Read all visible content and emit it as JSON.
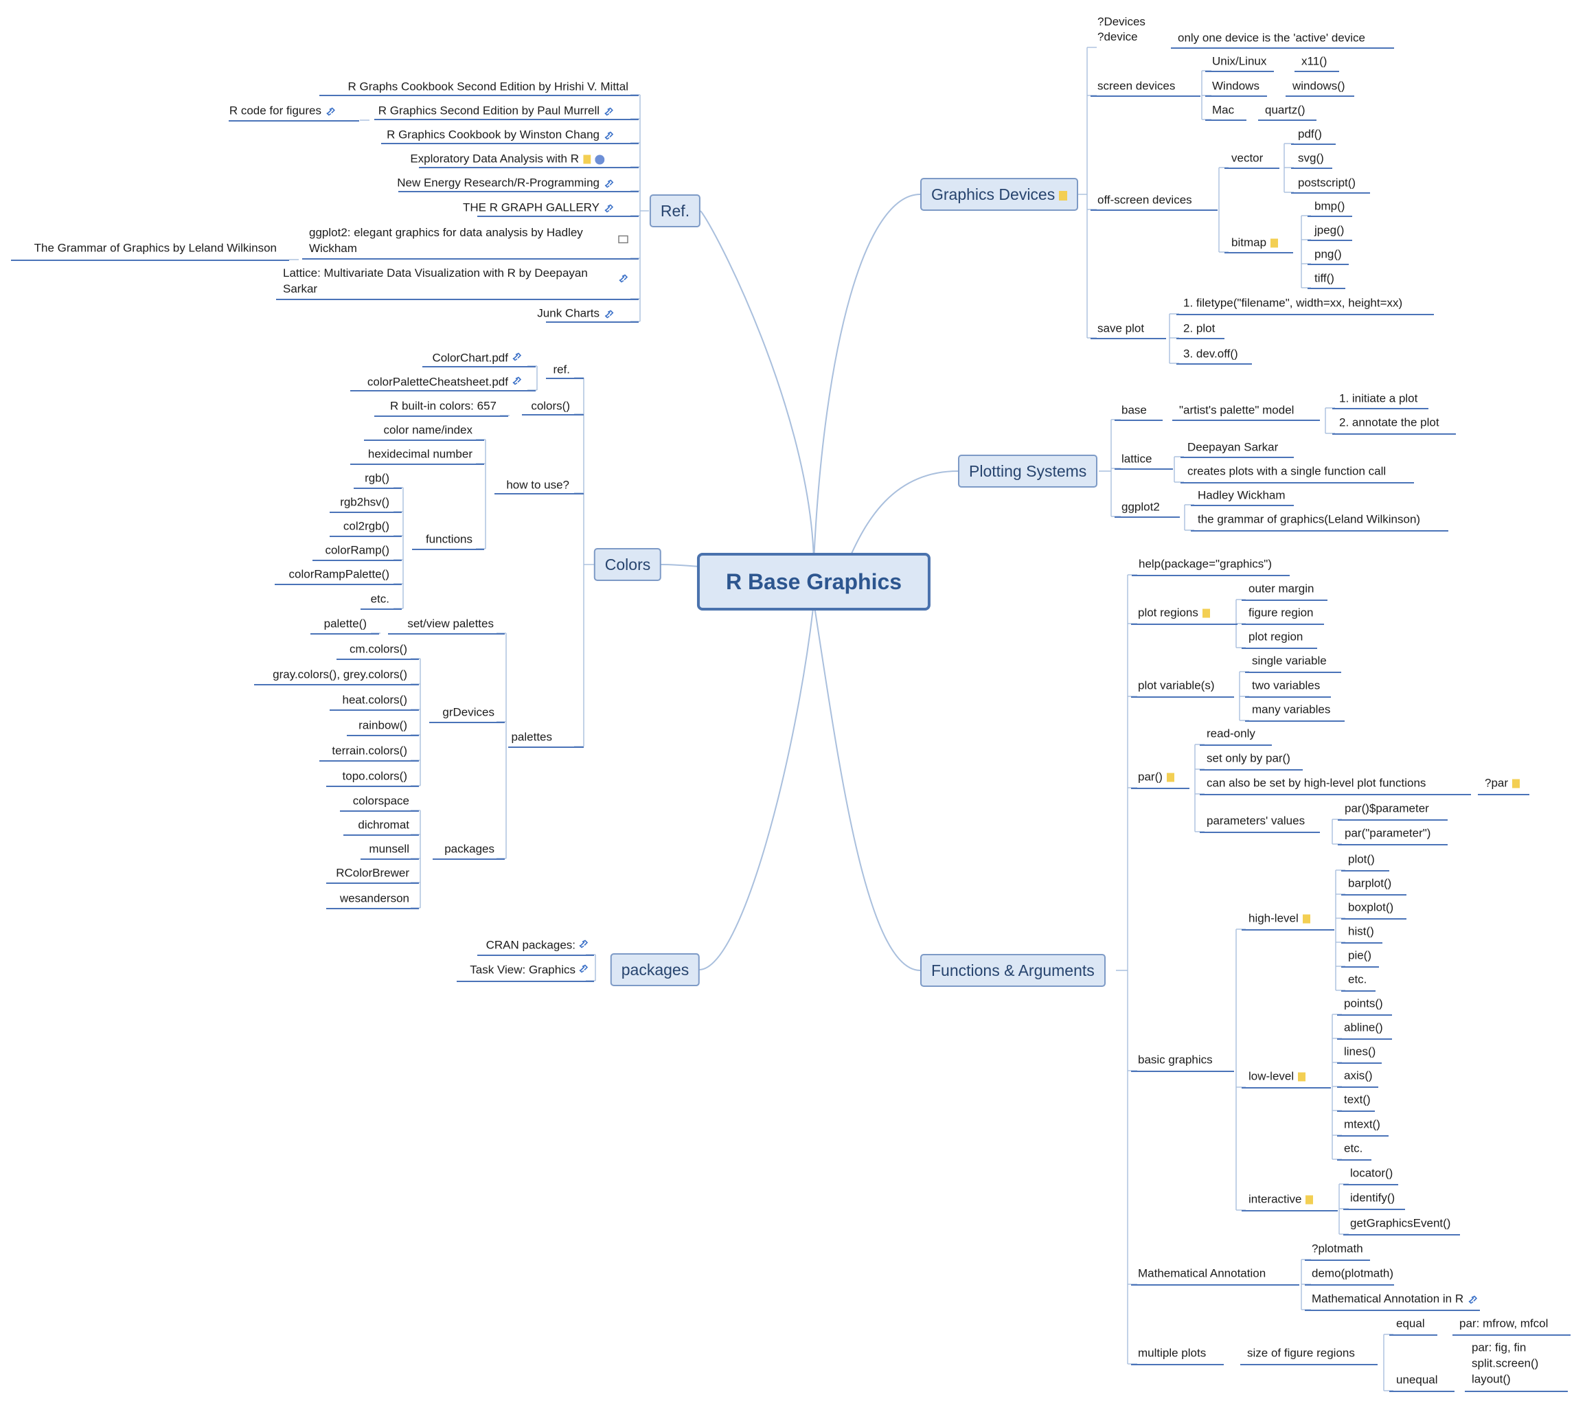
{
  "root": {
    "label": "R Base Graphics"
  },
  "topics": {
    "ref": "Ref.",
    "colors": "Colors",
    "packages": "packages",
    "graphics_devices": "Graphics Devices",
    "plotting_systems": "Plotting Systems",
    "functions_arguments": "Functions & Arguments"
  },
  "ref": {
    "items": [
      "R Graphs Cookbook Second Edition by Hrishi V. Mittal",
      "R Graphics Second Edition by Paul Murrell",
      "R Graphics Cookbook by Winston Chang",
      "Exploratory Data Analysis with R",
      "New Energy Research/R-Programming",
      "THE R GRAPH GALLERY",
      "ggplot2: elegant graphics for data analysis by Hadley Wickham",
      "Lattice: Multivariate Data Visualization with R by Deepayan Sarkar",
      "Junk Charts"
    ],
    "murrell_child": "R code for figures",
    "ggplot_child": "The Grammar of Graphics by Leland Wilkinson"
  },
  "colors": {
    "ref_label": "ref.",
    "ref_items": [
      "ColorChart.pdf",
      "colorPaletteCheatsheet.pdf"
    ],
    "colors_fn": "colors()",
    "builtin": "R built-in colors: 657",
    "how_to_use": "how to use?",
    "how_items": [
      "color name/index",
      "hexidecimal number"
    ],
    "functions_label": "functions",
    "functions": [
      "rgb()",
      "rgb2hsv()",
      "col2rgb()",
      "colorRamp()",
      "colorRampPalette()",
      "etc."
    ],
    "palettes_label": "palettes",
    "set_view": "set/view palettes",
    "palette_fn": "palette()",
    "grdevices_label": "grDevices",
    "grdevices": [
      "cm.colors()",
      "gray.colors(), grey.colors()",
      "heat.colors()",
      "rainbow()",
      "terrain.colors()",
      "topo.colors()"
    ],
    "packages_label": "packages",
    "packages": [
      "colorspace",
      "dichromat",
      "munsell",
      "RColorBrewer",
      "wesanderson"
    ]
  },
  "packages": {
    "items": [
      "CRAN packages:",
      "Task View: Graphics"
    ]
  },
  "devices": {
    "help_line1": "?Devices",
    "help_line2": "?device",
    "active_note": "only one device is the 'active' device",
    "screen_label": "screen devices",
    "screen": [
      {
        "os": "Unix/Linux",
        "fn": "x11()"
      },
      {
        "os": "Windows",
        "fn": "windows()"
      },
      {
        "os": "Mac",
        "fn": "quartz()"
      }
    ],
    "offscreen_label": "off-screen devices",
    "vector_label": "vector",
    "vector": [
      "pdf()",
      "svg()",
      "postscript()"
    ],
    "bitmap_label": "bitmap",
    "bitmap": [
      "bmp()",
      "jpeg()",
      "png()",
      "tiff()"
    ],
    "save_label": "save plot",
    "save_steps": [
      "1. filetype(\"filename\", width=xx, height=xx)",
      "2. plot",
      "3. dev.off()"
    ]
  },
  "plotting": {
    "base_label": "base",
    "base_model": "\"artist's palette\" model",
    "base_steps": [
      "1. initiate a plot",
      "2. annotate the plot"
    ],
    "lattice_label": "lattice",
    "lattice_items": [
      "Deepayan Sarkar",
      "creates plots with a single function call"
    ],
    "ggplot2_label": "ggplot2",
    "ggplot2_items": [
      "Hadley Wickham",
      "the grammar of graphics(Leland Wilkinson)"
    ]
  },
  "functions": {
    "help": "help(package=\"graphics\")",
    "regions_label": "plot regions",
    "regions": [
      "outer margin",
      "figure region",
      "plot region"
    ],
    "variables_label": "plot variable(s)",
    "variables": [
      "single variable",
      "two variables",
      "many variables"
    ],
    "par_label": "par()",
    "par_readonly": "read-only",
    "par_setonly": "set only by par()",
    "par_highlevel": "can also be set by high-level plot functions",
    "par_help": "?par",
    "par_values_label": "parameters' values",
    "par_values": [
      "par()$parameter",
      "par(\"parameter\")"
    ],
    "basic_label": "basic graphics",
    "high_label": "high-level",
    "high": [
      "plot()",
      "barplot()",
      "boxplot()",
      "hist()",
      "pie()",
      "etc."
    ],
    "low_label": "low-level",
    "low": [
      "points()",
      "abline()",
      "lines()",
      "axis()",
      "text()",
      "mtext()",
      "etc."
    ],
    "interactive_label": "interactive",
    "interactive": [
      "locator()",
      "identify()",
      "getGraphicsEvent()"
    ],
    "math_label": "Mathematical Annotation",
    "math": [
      "?plotmath",
      "demo(plotmath)",
      "Mathematical Annotation in R"
    ],
    "multi_label": "multiple plots",
    "size_label": "size of figure regions",
    "equal_label": "equal",
    "equal_val": "par: mfrow, mfcol",
    "unequal_label": "unequal",
    "unequal_vals": [
      "par: fig, fin",
      "split.screen()",
      "layout()"
    ]
  }
}
